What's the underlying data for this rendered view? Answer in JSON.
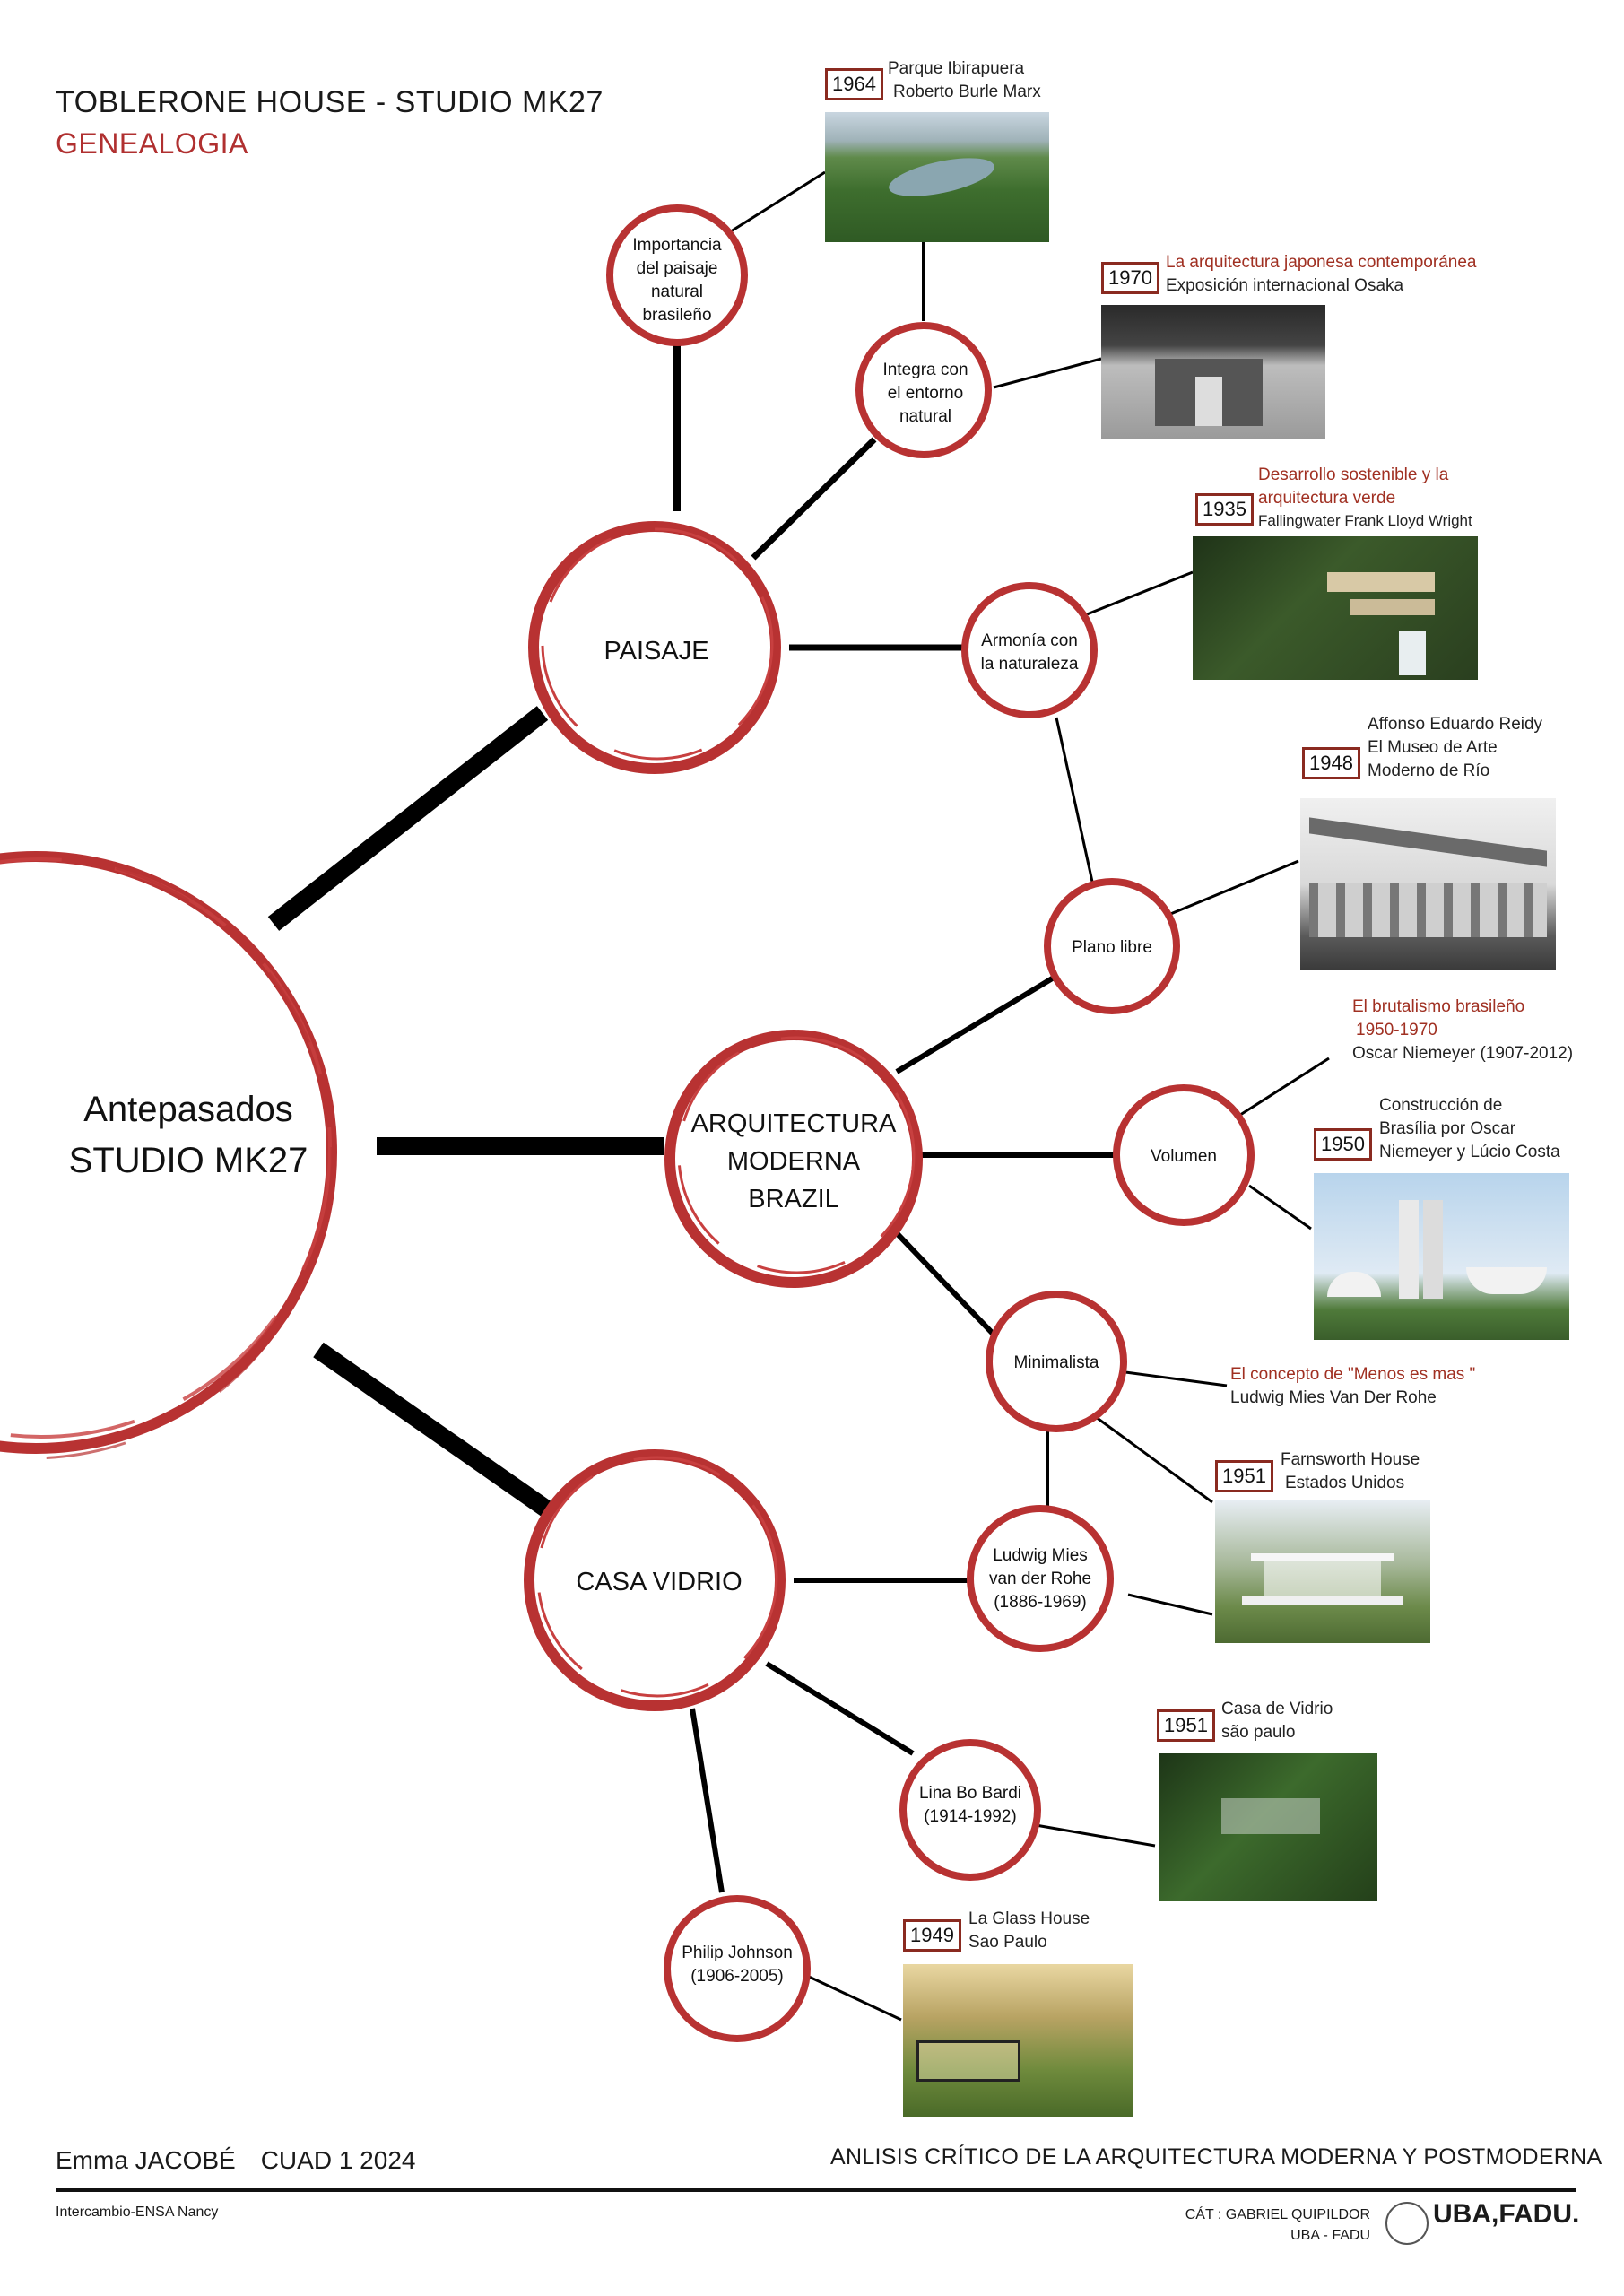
{
  "header": {
    "title": "TOBLERONE HOUSE - STUDIO MK27",
    "subtitle": "GENEALOGIA"
  },
  "colors": {
    "accent": "#b83232",
    "line": "#000000",
    "year_border": "#8a2a20"
  },
  "nodes": {
    "root": "Antepasados STUDIO MK27",
    "paisaje": "PAISAJE",
    "arquitectura": "ARQUITECTURA MODERNA BRAZIL",
    "casa_vidrio": "CASA VIDRIO",
    "importancia": "Importancia del paisaje natural brasileño",
    "integra": "Integra con el entorno natural",
    "armonia": "Armonía con la naturaleza",
    "plano_libre": "Plano libre",
    "volumen": "Volumen",
    "minimalista": "Minimalista",
    "mies": "Ludwig Mies van der Rohe (1886-1969)",
    "lina": "Lina Bo Bardi (1914-1992)",
    "philip": "Philip Johnson (1906-2005)"
  },
  "refs": {
    "ibirapuera": {
      "year": "1964",
      "line1": "Parque Ibirapuera",
      "line2": "Roberto Burle Marx"
    },
    "osaka": {
      "year": "1970",
      "line1": "La arquitectura japonesa contemporánea",
      "line2": "Exposición internacional Osaka"
    },
    "fallingwater": {
      "year": "1935",
      "line1": "Desarrollo sostenible y la",
      "line2": "arquitectura verde",
      "line3": "Fallingwater Frank Lloyd Wright"
    },
    "reidy": {
      "year": "1948",
      "line1": "Affonso Eduardo Reidy",
      "line2": "El Museo de Arte",
      "line3": "Moderno de Río"
    },
    "brutalismo": {
      "line1": "El brutalismo brasileño",
      "line2": "1950-1970",
      "line3": "Oscar Niemeyer (1907-2012)"
    },
    "brasilia": {
      "year": "1950",
      "line1": "Construcción de",
      "line2": "Brasília por Oscar",
      "line3": "Niemeyer y Lúcio Costa"
    },
    "menos": {
      "line1": "El concepto de \"Menos es mas \"",
      "line2": "Ludwig Mies Van Der Rohe"
    },
    "farnsworth": {
      "year": "1951",
      "line1": "Farnsworth House",
      "line2": "Estados Unidos"
    },
    "casadevidrio": {
      "year": "1951",
      "line1": "Casa de Vidrio",
      "line2": "são paulo"
    },
    "glasshouse": {
      "year": "1949",
      "line1": "La Glass House",
      "line2": "Sao Paulo"
    }
  },
  "footer": {
    "author": "Emma JACOBÉ",
    "course": "CUAD 1 2024",
    "subject": "ANLISIS CRÍTICO DE LA ARQUITECTURA MODERNA Y POSTMODERNA",
    "exchange": "Intercambio-ENSA Nancy",
    "chair": "CÁT : GABRIEL QUIPILDOR",
    "school": "UBA - FADU",
    "logo": "UBA,FADU."
  }
}
